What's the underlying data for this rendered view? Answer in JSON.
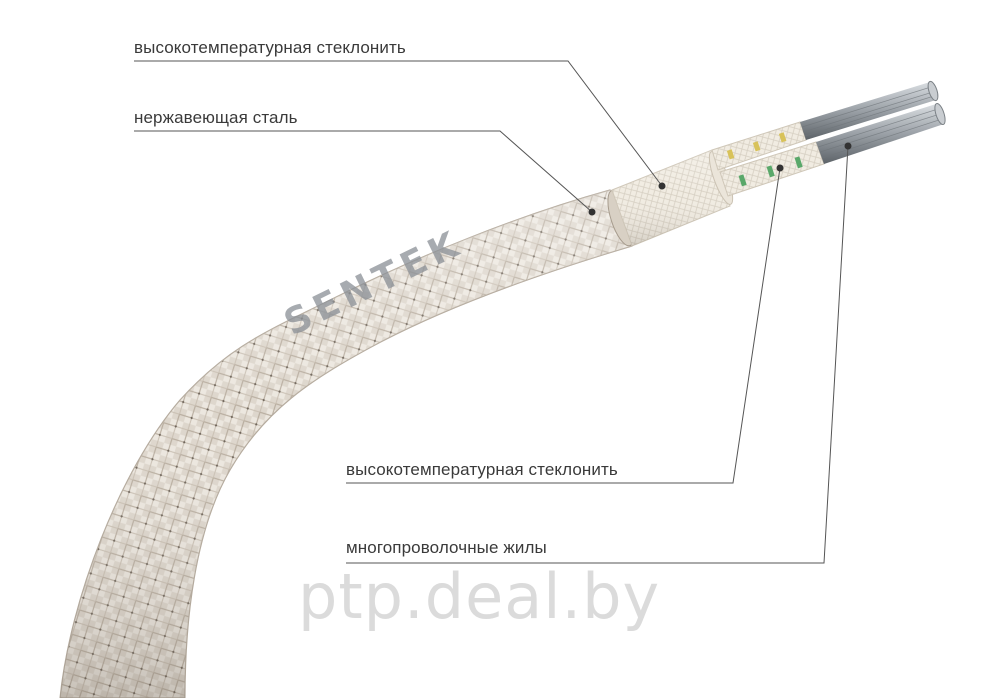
{
  "labels": {
    "outer_glass_fiber": "высокотемпературная стеклонить",
    "stainless_steel": "нержавеющая сталь",
    "inner_glass_fiber": "высокотемпературная стеклонить",
    "stranded_cores": "многопроволочные жилы"
  },
  "brand_mark": "SENTEK",
  "watermark": "ptp.deal.by",
  "colors": {
    "braid_light": "#e9e4dc",
    "braid_mid": "#cfc6ba",
    "braid_dark": "#a99d8f",
    "glass_sleeve": "#efeadf",
    "marker_yellow": "#d8c25a",
    "marker_green": "#5aa86a",
    "wire_steel": "#9aa0a6",
    "leader_line": "#555555"
  }
}
